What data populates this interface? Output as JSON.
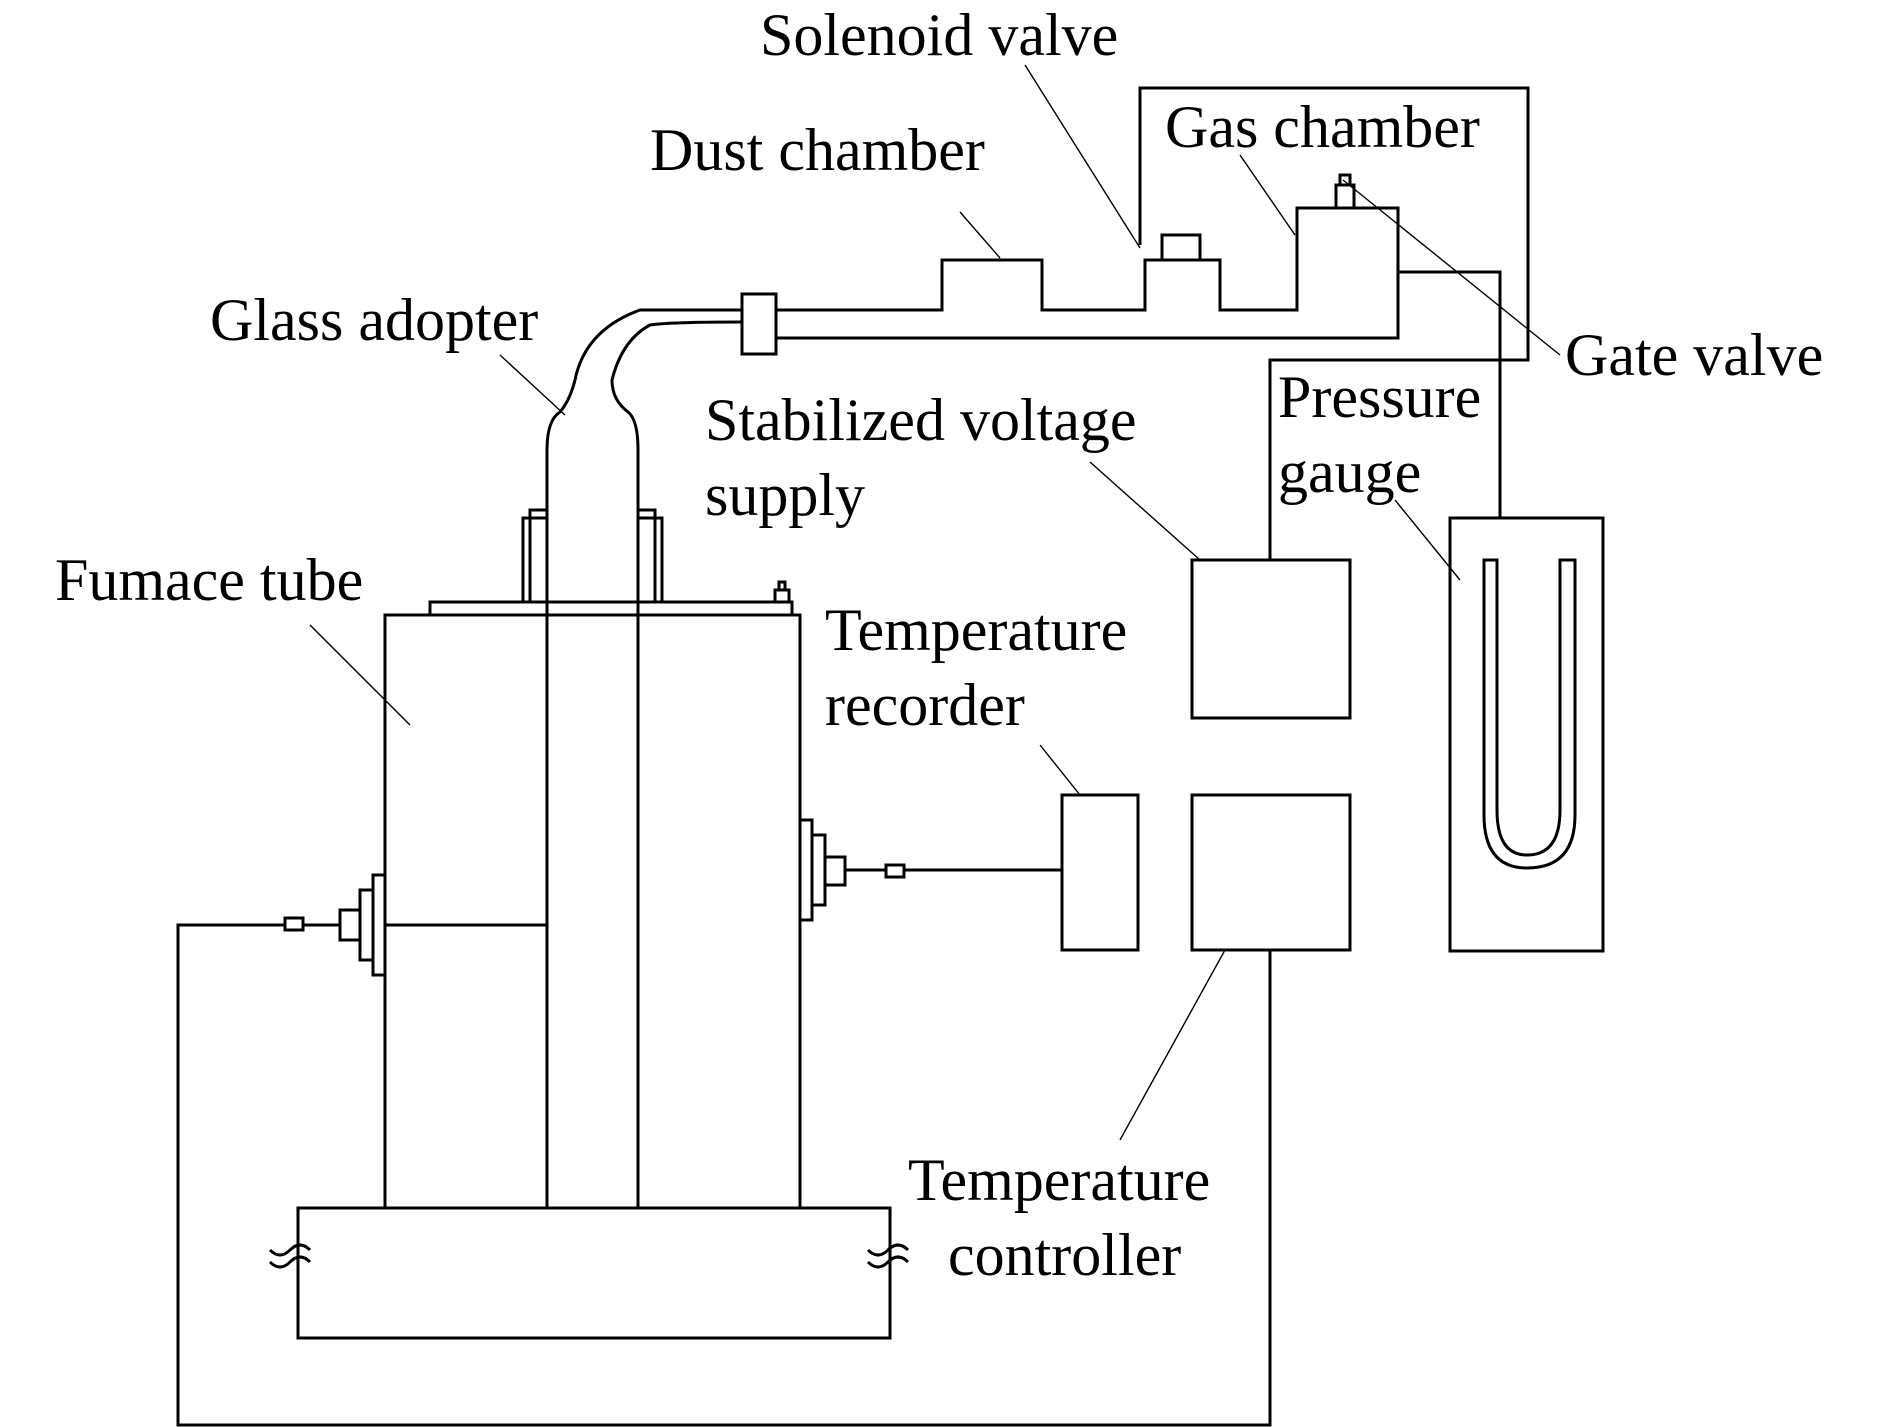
{
  "labels": {
    "solenoid_valve": "Solenoid valve",
    "gas_chamber": "Gas chamber",
    "dust_chamber": "Dust chamber",
    "glass_adopter": "Glass adopter",
    "gate_valve": "Gate valve",
    "pressure_gauge_line1": "Pressure",
    "pressure_gauge_line2": "gauge",
    "stabilized_voltage_line1": "Stabilized voltage",
    "stabilized_voltage_line2": "supply",
    "furnace_tube": "Fumace tube",
    "temperature_recorder_line1": "Temperature",
    "temperature_recorder_line2": "recorder",
    "temperature_controller_line1": "Temperature",
    "temperature_controller_line2": "controller"
  },
  "colors": {
    "line": "#000000",
    "background": "#ffffff"
  }
}
